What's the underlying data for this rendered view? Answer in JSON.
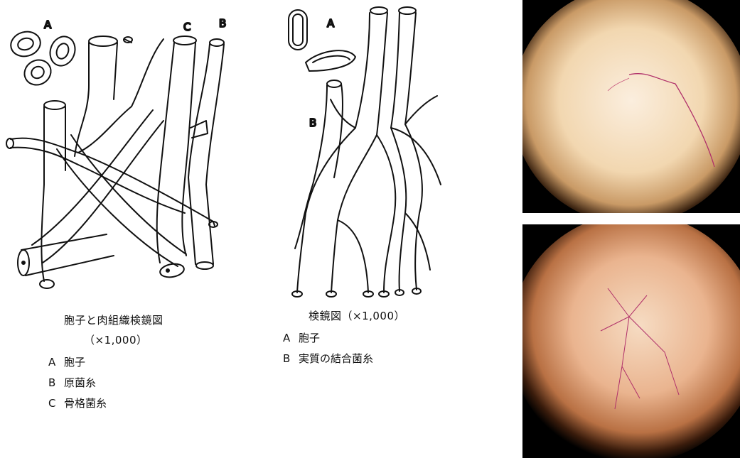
{
  "left_figure": {
    "labels": {
      "a": "A",
      "b": "B",
      "c": "C"
    },
    "caption_title": "胞子と肉組織検鏡図",
    "caption_scale": "（×1,000）",
    "legend": [
      {
        "key": "A",
        "text": "胞子"
      },
      {
        "key": "B",
        "text": "原菌糸"
      },
      {
        "key": "C",
        "text": "骨格菌糸"
      }
    ]
  },
  "middle_figure": {
    "labels": {
      "a": "A",
      "b": "B"
    },
    "caption_title": "検鏡図（×1,000）",
    "legend": [
      {
        "key": "A",
        "text": "胞子"
      },
      {
        "key": "B",
        "text": "実質の結合菌糸"
      }
    ]
  },
  "photos": {
    "top_tint": "#f2d7b0",
    "bottom_tint": "#eab48f",
    "hypha_color": "#b0306a"
  }
}
